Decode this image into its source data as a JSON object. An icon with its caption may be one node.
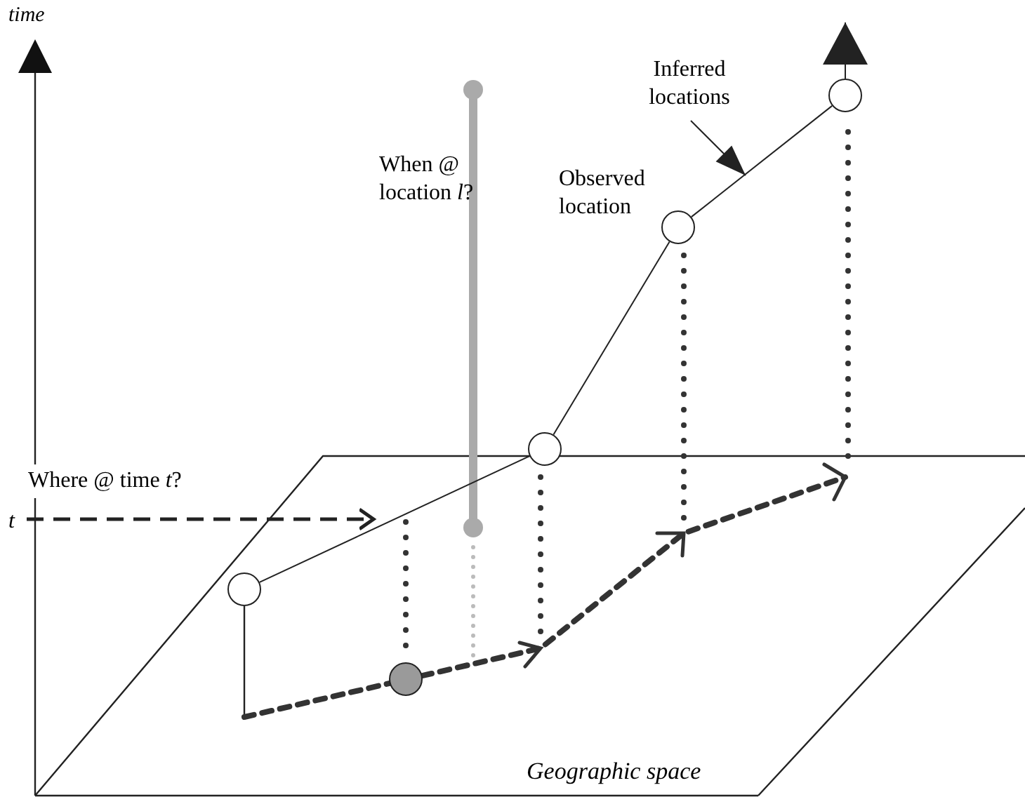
{
  "diagram": {
    "nodes": [
      {
        "text": [],
        "shape": "circle"
      },
      {
        "text": [],
        "shape": "circle"
      },
      {
        "text": [],
        "shape": "circle",
        "beside": [
          "Observed location"
        ]
      },
      {
        "text": [],
        "shape": "circle"
      },
      {
        "text": [
          "Inferred locations"
        ]
      },
      {
        "text": [],
        "shape": "circle"
      },
      {
        "text": [
          "t"
        ]
      }
    ],
    "edges": [
      {
        "from": 0,
        "to": 1,
        "arrow": "none"
      },
      {
        "from": 1,
        "to": 2,
        "arrow": "none"
      },
      {
        "from": 2,
        "to": 3,
        "arrow": "none"
      },
      {
        "from": 3,
        "to": null,
        "arrow": "to"
      },
      {
        "from": 4,
        "to": null,
        "arrow": "to"
      },
      {
        "from": 6,
        "to": null,
        "arrow": "to",
        "style": "dashed",
        "label": "Where @ time *t*?"
      }
    ],
    "labels": [
      "time",
      "When @ location *l*?",
      "Geographic space"
    ]
  }
}
